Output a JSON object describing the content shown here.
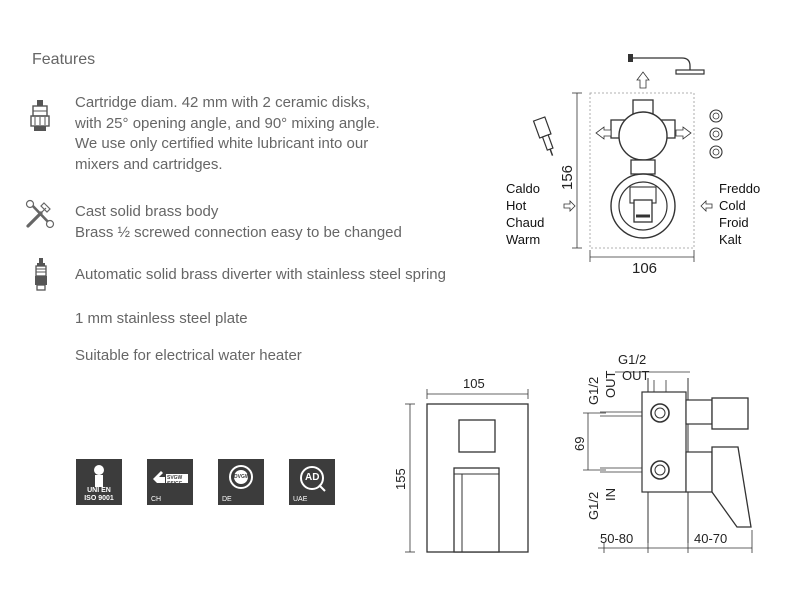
{
  "features": {
    "heading": "Features",
    "items": [
      {
        "lines": [
          "Cartridge diam. 42 mm with 2 ceramic disks,",
          "with 25° opening angle, and 90° mixing angle.",
          "We use only certified white lubricant into our",
          "mixers and cartridges."
        ],
        "icon": "cartridge-icon"
      },
      {
        "lines": [
          "Cast solid brass body",
          "Brass ½ screwed connection easy to be changed"
        ],
        "icon": "tools-icon"
      },
      {
        "lines": [
          "Automatic solid brass diverter with stainless steel spring"
        ],
        "icon": "diverter-icon"
      },
      {
        "lines": [
          "1 mm stainless steel plate"
        ]
      },
      {
        "lines": [
          "Suitable for electrical water heater"
        ]
      }
    ]
  },
  "certifications": [
    {
      "name": "uni-en-iso-9001",
      "text": "UNI EN\nISO 9001",
      "label": ""
    },
    {
      "name": "svgw-ssigw",
      "text": "SVGW SSIGE",
      "label": "CH"
    },
    {
      "name": "dvgw",
      "text": "DVGW",
      "label": "DE"
    },
    {
      "name": "uae-ad",
      "text": "AD",
      "label": "UAE"
    }
  ],
  "top_diagram": {
    "width_label": "106",
    "height_label": "156",
    "hot_labels": [
      "Caldo",
      "Hot",
      "Chaud",
      "Warm"
    ],
    "cold_labels": [
      "Freddo",
      "Cold",
      "Froid",
      "Kalt"
    ]
  },
  "front_view": {
    "width_label": "105",
    "height_label": "155"
  },
  "side_view": {
    "top_label": "G1/2",
    "top_label2": "OUT",
    "left_top_label": "G1/2",
    "left_top_label2": "OUT",
    "center_label": "69",
    "left_bottom_label": "G1/2",
    "left_bottom_label2": "IN",
    "depth_left": "50-80",
    "depth_right": "40-70"
  }
}
